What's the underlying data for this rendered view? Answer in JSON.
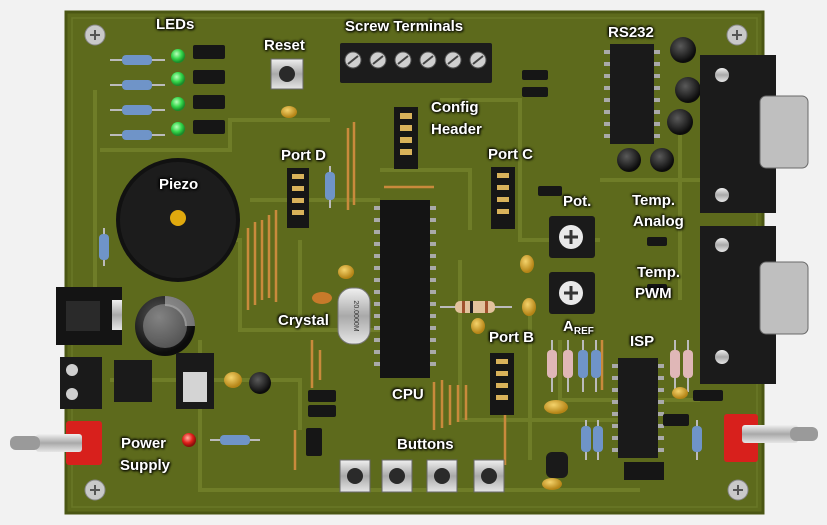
{
  "labels": {
    "leds": "LEDs",
    "reset": "Reset",
    "screw_terminals": "Screw Terminals",
    "rs232": "RS232",
    "config_header_1": "Config",
    "config_header_2": "Header",
    "port_d": "Port D",
    "port_c": "Port C",
    "piezo": "Piezo",
    "pot": "Pot.",
    "temp_analog_1": "Temp.",
    "temp_analog_2": "Analog",
    "temp_pwm_1": "Temp.",
    "temp_pwm_2": "PWM",
    "crystal": "Crystal",
    "aref_main": "A",
    "aref_sub": "REF",
    "port_b": "Port B",
    "isp": "ISP",
    "cpu": "CPU",
    "power_supply_1": "Power",
    "power_supply_2": "Supply",
    "buttons": "Buttons"
  },
  "chip_markings": {
    "crystal": "20.0000M"
  },
  "colors": {
    "pcb": "#5d6a1c",
    "pcb_dark": "#4a5613",
    "trace": "#6f7d28",
    "copper": "#c98a3c",
    "header_black": "#161616",
    "led_green": "#35d84b",
    "led_red": "#e0201b",
    "label_text": "#ffffff",
    "background": "#f2f2f2"
  }
}
